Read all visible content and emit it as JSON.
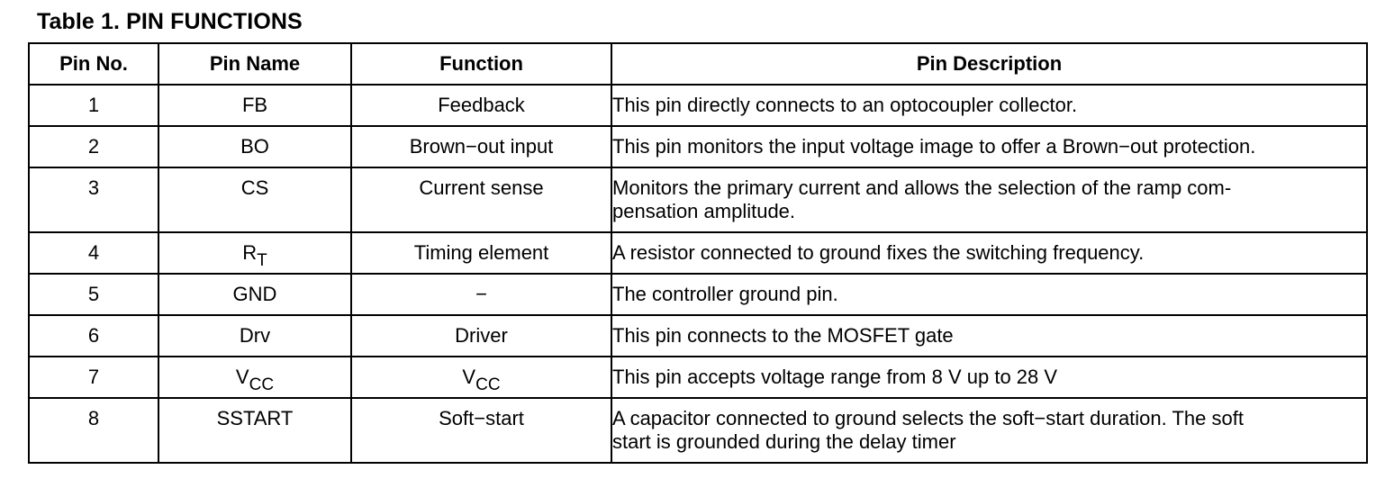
{
  "caption": "Table 1. PIN FUNCTIONS",
  "columns": [
    "Pin No.",
    "Pin Name",
    "Function",
    "Pin Description"
  ],
  "rows": [
    {
      "num": "1",
      "name": "FB",
      "name_sub": "",
      "func": "Feedback",
      "func_sub": "",
      "desc1": "This pin directly connects to an optocoupler collector.",
      "desc2": ""
    },
    {
      "num": "2",
      "name": "BO",
      "name_sub": "",
      "func": "Brown−out input",
      "func_sub": "",
      "desc1": "This pin monitors the input voltage image to offer a Brown−out protection.",
      "desc2": ""
    },
    {
      "num": "3",
      "name": "CS",
      "name_sub": "",
      "func": "Current sense",
      "func_sub": "",
      "desc1": "Monitors the primary current and allows the selection of the ramp com-",
      "desc2": "pensation amplitude."
    },
    {
      "num": "4",
      "name": "R",
      "name_sub": "T",
      "func": "Timing element",
      "func_sub": "",
      "desc1": "A resistor connected to ground fixes the switching frequency.",
      "desc2": ""
    },
    {
      "num": "5",
      "name": "GND",
      "name_sub": "",
      "func": "−",
      "func_sub": "",
      "desc1": "The controller ground pin.",
      "desc2": ""
    },
    {
      "num": "6",
      "name": "Drv",
      "name_sub": "",
      "func": "Driver",
      "func_sub": "",
      "desc1": "This pin connects to the MOSFET gate",
      "desc2": ""
    },
    {
      "num": "7",
      "name": "V",
      "name_sub": "CC",
      "func": "V",
      "func_sub": "CC",
      "desc1": "This pin accepts voltage range from 8 V up to 28 V",
      "desc2": ""
    },
    {
      "num": "8",
      "name": "SSTART",
      "name_sub": "",
      "func": "Soft−start",
      "func_sub": "",
      "desc1": "A capacitor connected to ground selects the soft−start duration. The soft",
      "desc2": "start is grounded during the delay timer"
    }
  ]
}
